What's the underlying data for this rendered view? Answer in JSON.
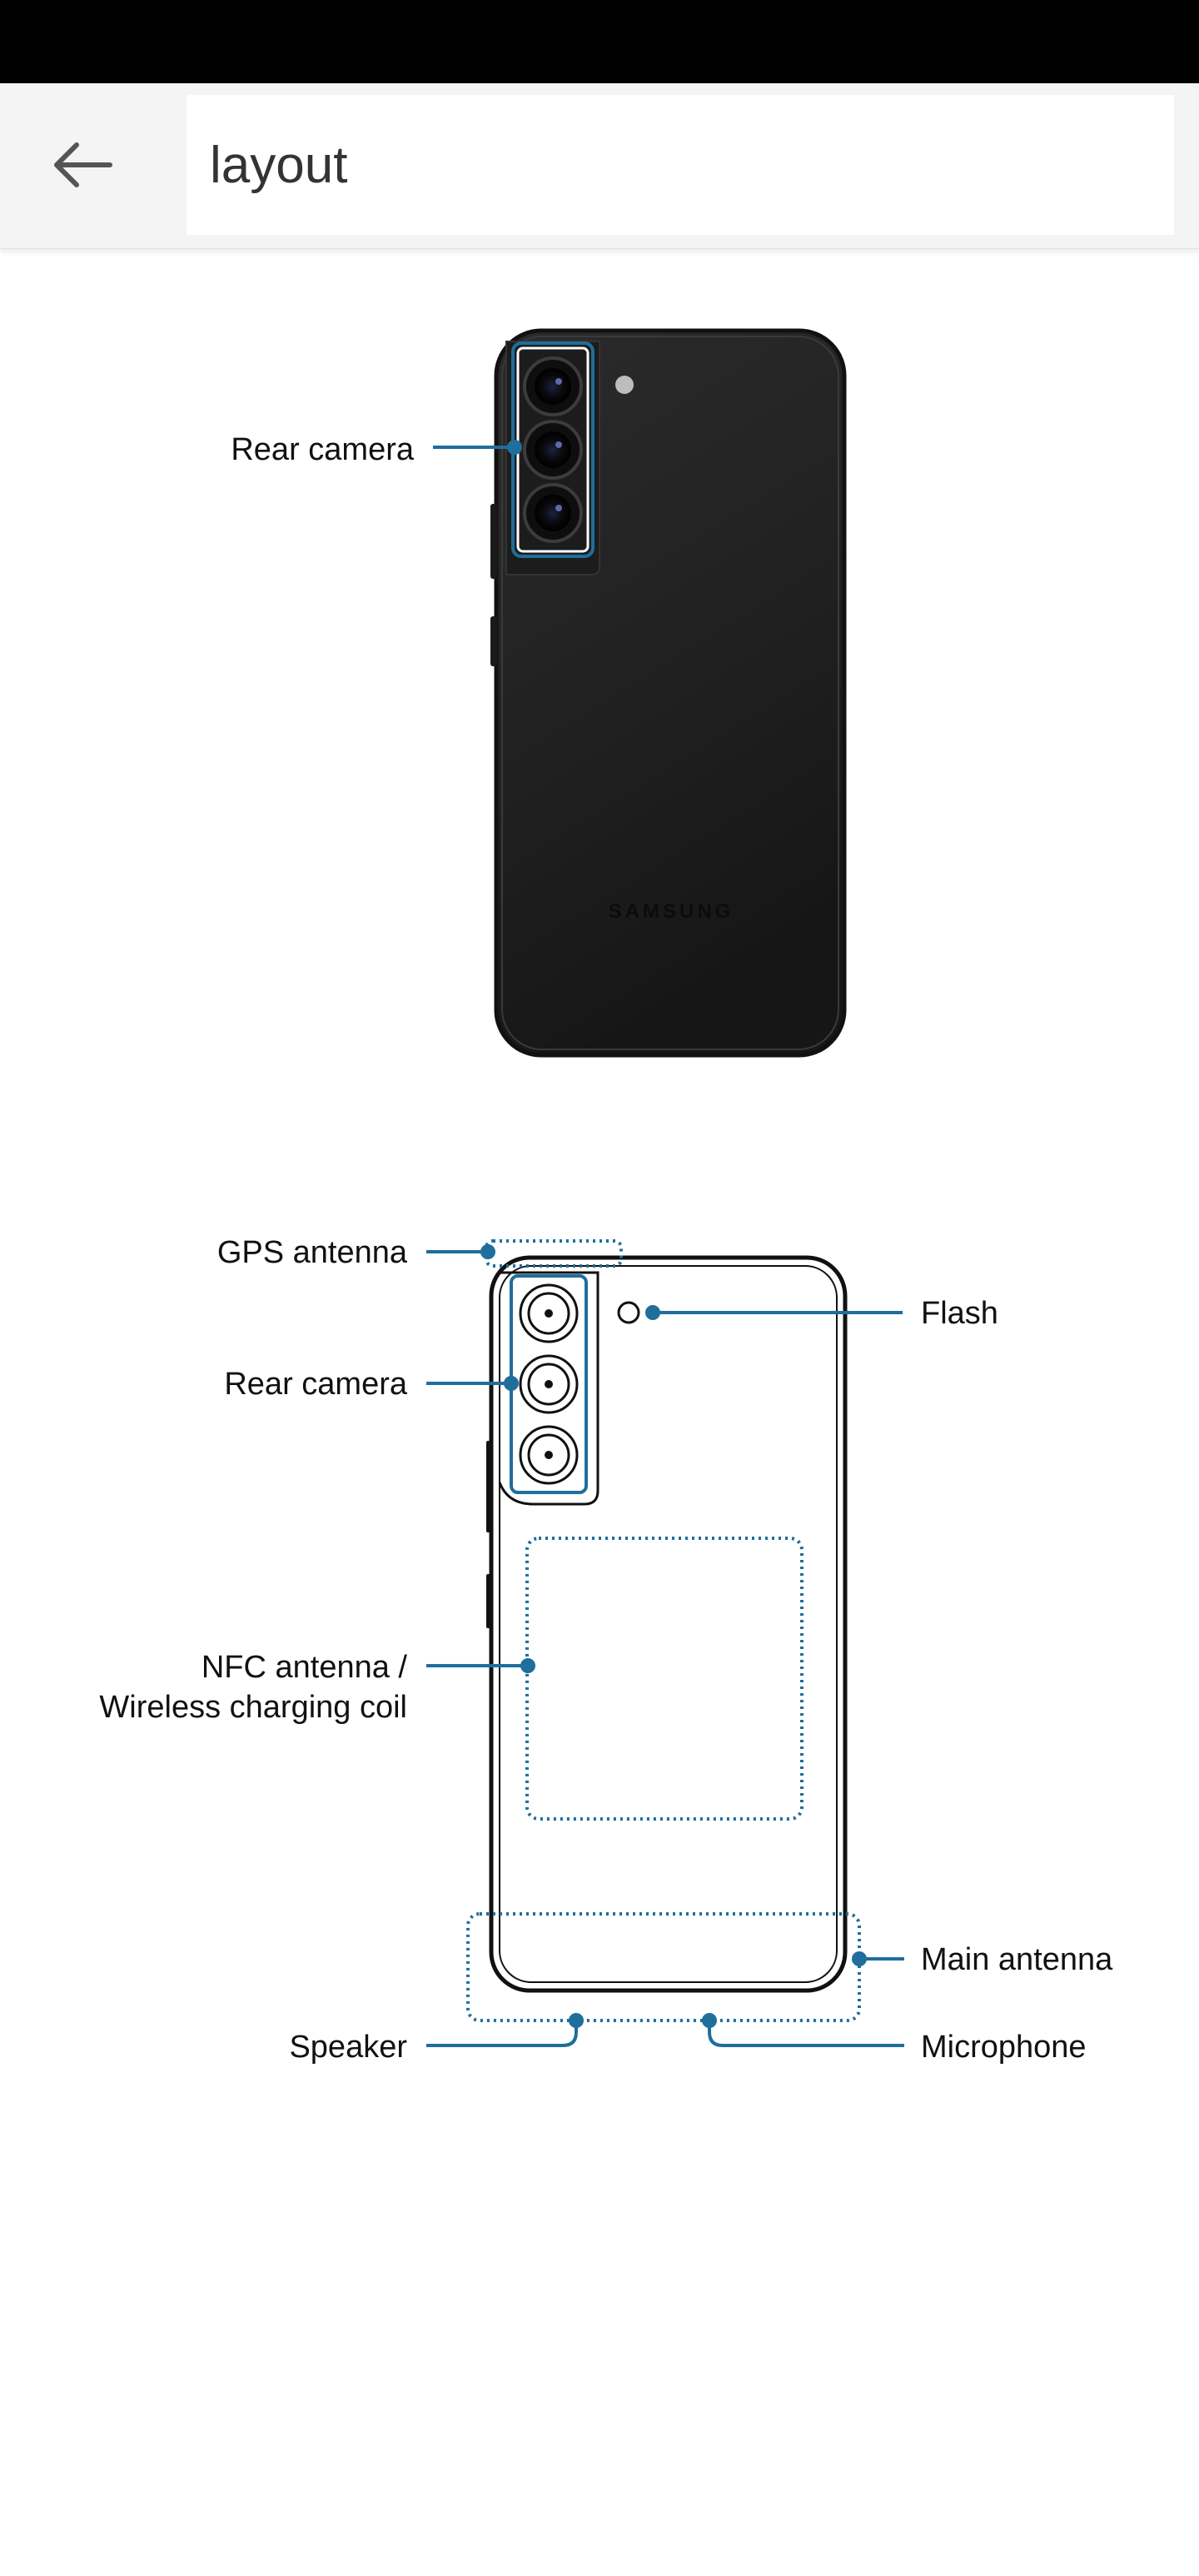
{
  "header": {
    "back_icon": "arrow-left-icon",
    "search_value": "layout",
    "search_placeholder": ""
  },
  "figure_back": {
    "brand": "SAMSUNG",
    "labels": {
      "rear_camera": "Rear camera"
    }
  },
  "figure_diagram": {
    "labels": {
      "gps_antenna": "GPS antenna",
      "rear_camera": "Rear camera",
      "nfc_line1": "NFC antenna /",
      "nfc_line2": "Wireless charging coil",
      "speaker": "Speaker",
      "flash": "Flash",
      "main_antenna": "Main antenna",
      "microphone": "Microphone"
    }
  },
  "colors": {
    "accent": "#1f6e9c",
    "phone_body": "#1e1e1e",
    "outline": "#1a1a1a"
  }
}
